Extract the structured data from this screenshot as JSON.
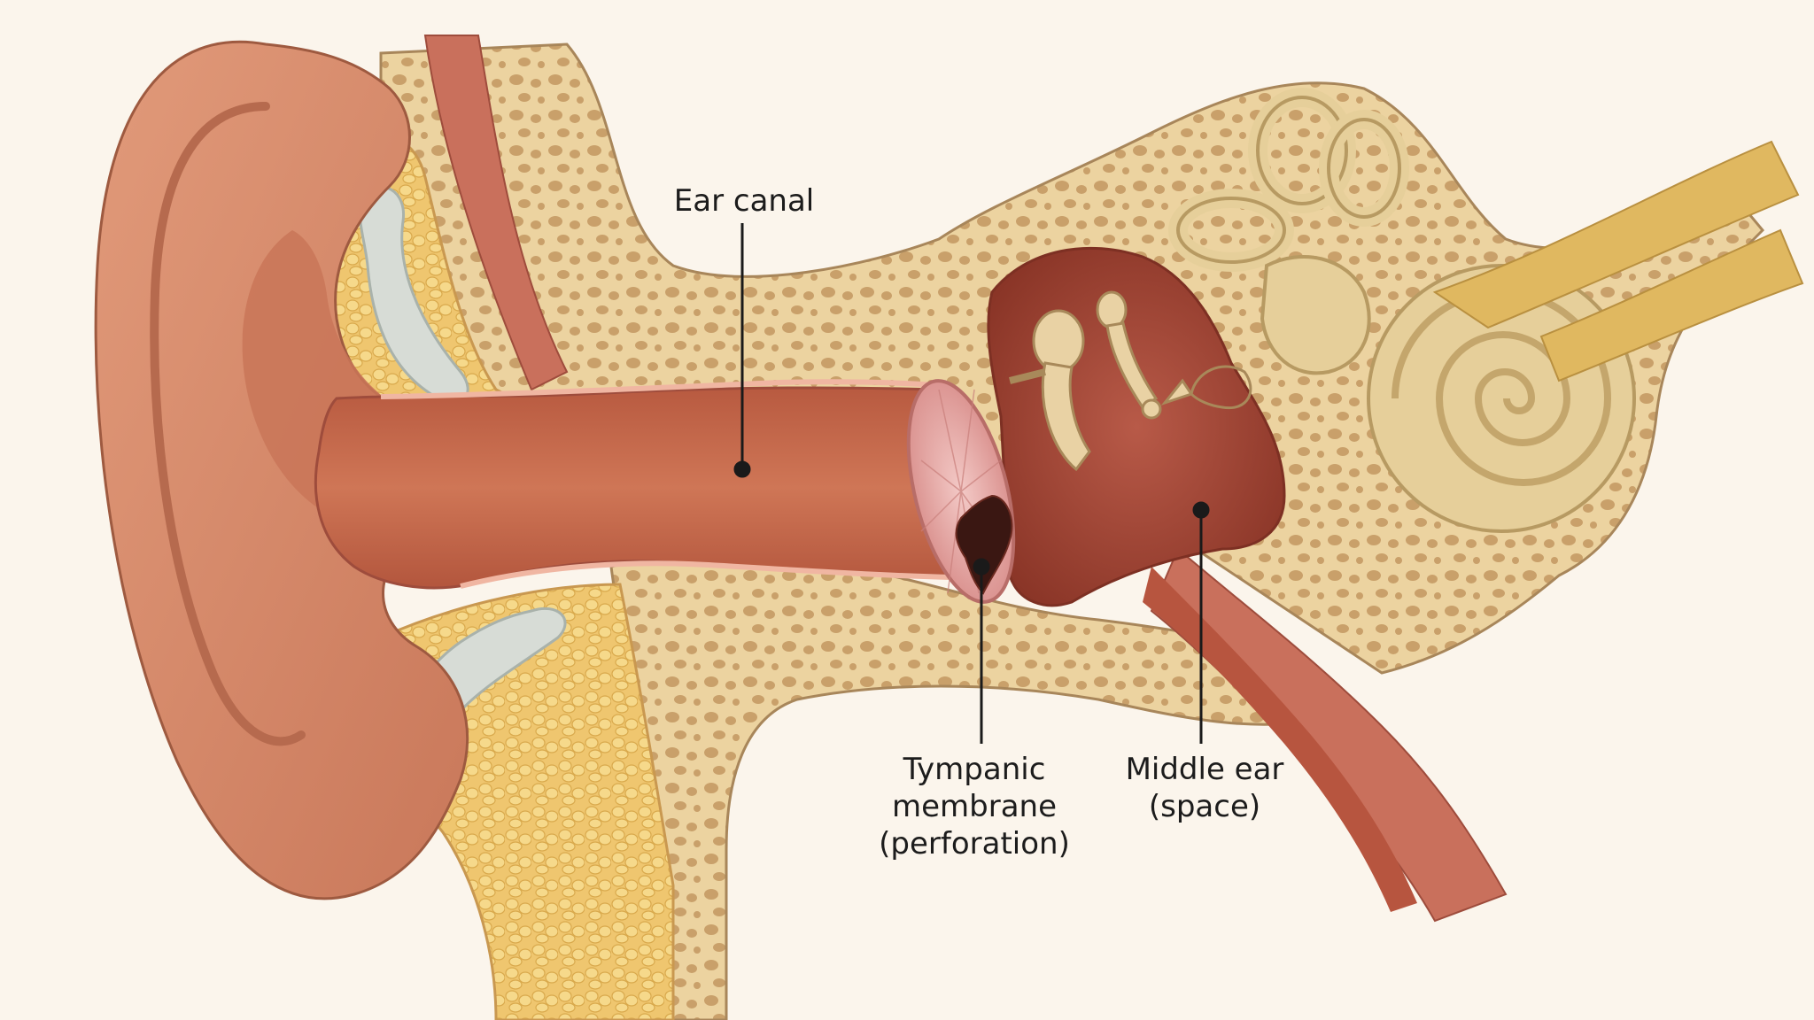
{
  "labels": {
    "ear_canal": "Ear canal",
    "tympanic": [
      "Tympanic",
      "membrane",
      "(perforation)"
    ],
    "middle_ear": [
      "Middle ear",
      "(space)"
    ]
  },
  "colors": {
    "background": "#fbf5ec",
    "skin": "#d8896a",
    "canal": "#c56a4e",
    "bone": "#ecd3a0",
    "bone_pores": "#c9a06a",
    "fat": "#efc66f",
    "cartilage": "#d7dcd6",
    "muscle": "#c9705c",
    "membrane": "#e6a8a6",
    "middle_ear_cavity": "#a74a3c",
    "ossicles": "#e9d2a4",
    "inner_ear": "#e6cf9a",
    "nerve": "#e0b860",
    "leader": "#1a1a1a"
  }
}
